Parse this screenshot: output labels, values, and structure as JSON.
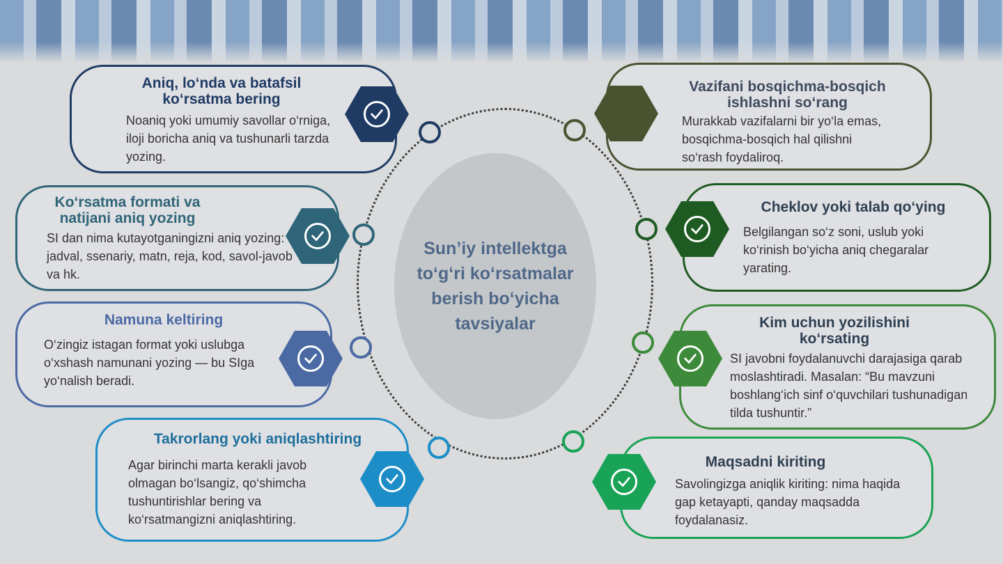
{
  "center": {
    "title": "Sun’iy intellektga to‘g‘ri ko‘rsatmalar berish bo‘yicha tavsiyalar"
  },
  "cards": [
    {
      "title": "Aniq, lo‘nda va batafsil ko‘rsatma bering",
      "body": "Noaniq yoki umumiy savollar o‘rniga, iloji boricha aniq va tushunarli tarzda yozing.",
      "color": "#1f3b64"
    },
    {
      "title": "Ko‘rsatma formati va natijani aniq yozing",
      "body": "SI dan nima kutayotganingizni aniq yozing: jadval, ssenariy, matn, reja, kod, savol-javob va hk.",
      "color": "#2f6578"
    },
    {
      "title": "Namuna keltiring",
      "body": "O‘zingiz istagan format yoki uslubga o‘xshash namunani yozing — bu SIga yo‘nalish beradi.",
      "color": "#4b6aa4"
    },
    {
      "title": "Takrorlang yoki aniqlashtiring",
      "body": "Agar birinchi marta kerakli javob olmagan bo‘lsangiz, qo‘shimcha tushuntirishlar bering va ko‘rsatmangizni aniqlashtiring.",
      "color": "#1d8dc8"
    },
    {
      "title": "Vazifani bosqichma-bosqich ishlashni so‘rang",
      "body": "Murakkab vazifalarni bir yo‘la emas, bosqichma-bosqich hal qilishni so‘rash foydaliroq.",
      "color": "#4b5230"
    },
    {
      "title": "Cheklov yoki talab qo‘ying",
      "body": "Belgilangan so‘z soni, uslub yoki ko‘rinish bo‘yicha aniq chegaralar yarating.",
      "color": "#1e5b22"
    },
    {
      "title": "Kim uchun yozilishini ko‘rsating",
      "body": "SI javobni foydalanuvchi darajasiga qarab moslashtiradi. Masalan: “Bu mavzuni boshlang‘ich sinf o‘quvchilari tushunadigan tilda tushuntir.”",
      "color": "#3d8a3a"
    },
    {
      "title": "Maqsadni kiriting",
      "body": "Savolingizga aniqlik kiriting: nima haqida gap ketayapti, qanday maqsadda foydalanasiz.",
      "color": "#19a356"
    }
  ]
}
